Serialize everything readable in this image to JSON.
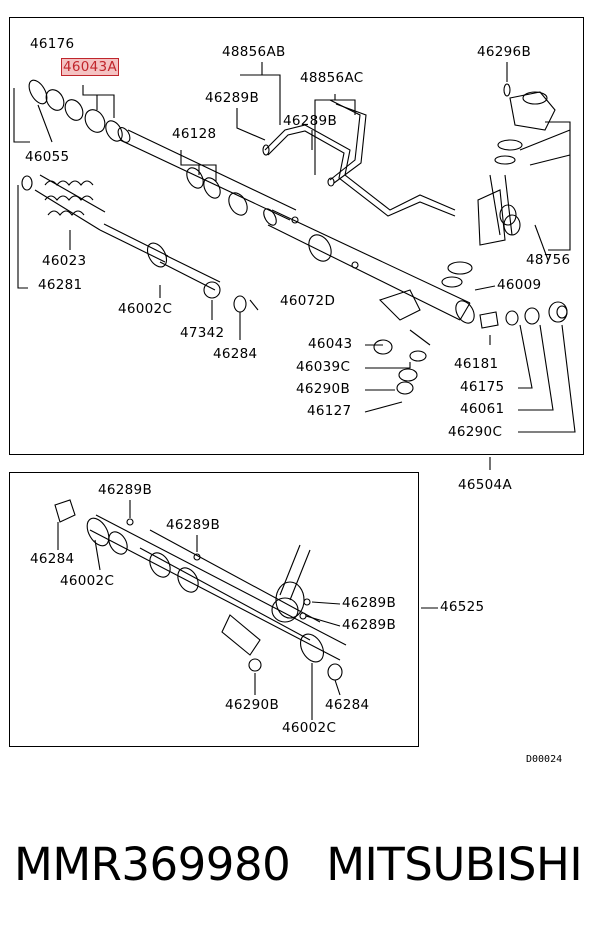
{
  "top_panel": {
    "labels": {
      "p46176": "46176",
      "p46043A": "46043A",
      "p46055": "46055",
      "p46023": "46023",
      "p46281": "46281",
      "p46128": "46128",
      "p46002C": "46002C",
      "p47342": "47342",
      "p46284": "46284",
      "p48856AB": "48856AB",
      "p46289B_a": "46289B",
      "p48856AC": "48856AC",
      "p46289B_b": "46289B",
      "p46296B": "46296B",
      "p48756": "48756",
      "p46009": "46009",
      "p46072D": "46072D",
      "p46043": "46043",
      "p46039C": "46039C",
      "p46290B": "46290B",
      "p46127": "46127",
      "p46181": "46181",
      "p46175": "46175",
      "p46061": "46061",
      "p46290C": "46290C"
    },
    "assembly_label": "46504A"
  },
  "bottom_panel": {
    "labels": {
      "p46289B_1": "46289B",
      "p46289B_2": "46289B",
      "p46284_1": "46284",
      "p46002C_1": "46002C",
      "p46289B_3": "46289B",
      "p46289B_4": "46289B",
      "p46290B": "46290B",
      "p46002C_2": "46002C",
      "p46284_2": "46284"
    },
    "assembly_label": "46525"
  },
  "diagram_code": "D00024",
  "footer": {
    "part_number": "MMR369980",
    "brand": "MITSUBISHI"
  },
  "highlight_color": "#c0262c"
}
